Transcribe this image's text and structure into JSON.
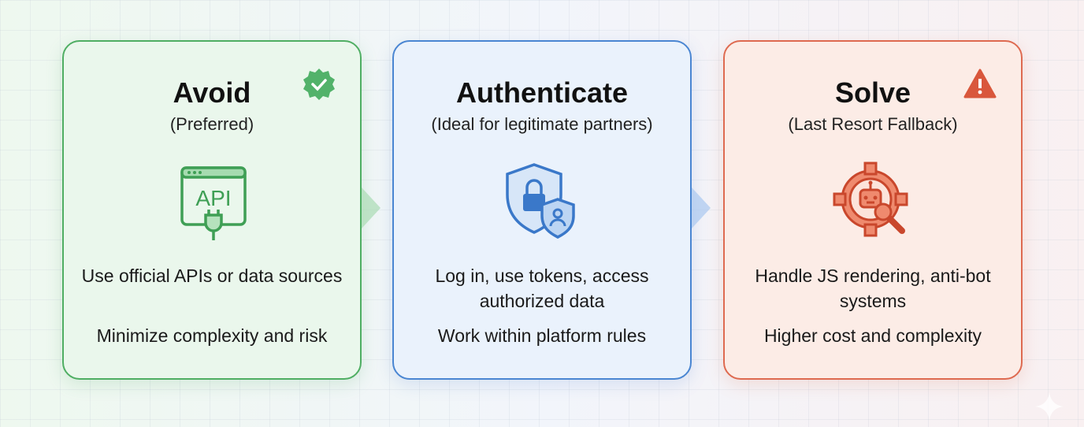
{
  "cards": [
    {
      "title": "Avoid",
      "subtitle": "(Preferred)",
      "icon": "api-plug-icon",
      "icon_text": "API",
      "badge": "check-badge-icon",
      "lines": [
        "Use official APIs or data sources"
      ],
      "note": "Minimize complexity and risk",
      "color": "#3f9f55"
    },
    {
      "title": "Authenticate",
      "subtitle": "(Ideal for legitimate partners)",
      "icon": "shield-lock-user-icon",
      "lines": [
        "Log in, use tokens, access authorized data"
      ],
      "note": "Work within platform rules",
      "color": "#3a78c9"
    },
    {
      "title": "Solve",
      "subtitle": "(Last Resort Fallback)",
      "icon": "gear-robot-wrench-icon",
      "badge": "warning-icon",
      "lines": [
        "Handle JS rendering, anti-bot systems"
      ],
      "note": "Higher cost and complexity",
      "color": "#d9573c"
    }
  ]
}
